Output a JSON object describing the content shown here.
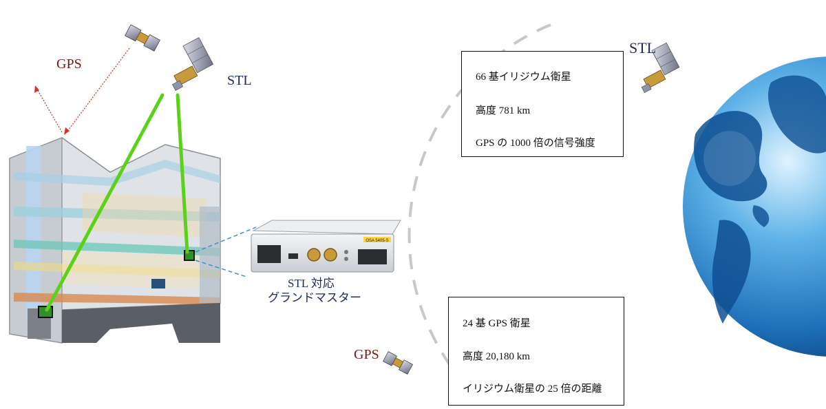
{
  "labels": {
    "gps_top": "GPS",
    "stl_top": "STL",
    "stl_right": "STL",
    "gps_bottom": "GPS",
    "grandmaster_line1": "STL 対応",
    "grandmaster_line2": "グランドマスター"
  },
  "iridium_box": {
    "line1": "66 基イリジウム衛星",
    "line2": "高度 781 km",
    "line3": "GPS の 1000 倍の信号強度"
  },
  "gps_box": {
    "line1": "24 基 GPS 衛星",
    "line2": "高度 20,180 km",
    "line3": "イリジウム衛星の 25 倍の距離"
  },
  "device_text": {
    "brand": "OSA 5405-S"
  },
  "colors": {
    "gps_label": "#7a1512",
    "stl_label": "#1e2a60",
    "beam": "#5cd11a",
    "gps_signal": "#d9302a",
    "orbit": "#c8c8c8",
    "connector": "#3b8fc9"
  }
}
